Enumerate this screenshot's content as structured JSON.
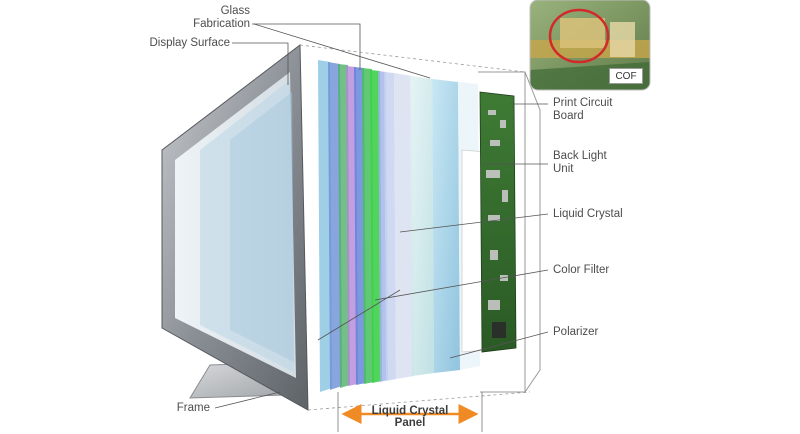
{
  "labels": {
    "glass_fabrication": "Glass\nFabrication",
    "display_surface": "Display Surface",
    "frame": "Frame",
    "print_circuit_board": "Print Circuit\nBoard",
    "back_light_unit": "Back Light\nUnit",
    "liquid_crystal": "Liquid Crystal",
    "color_filter": "Color Filter",
    "polarizer": "Polarizer",
    "liquid_crystal_panel": "Liquid Crystal\nPanel",
    "cof": "COF"
  },
  "colors": {
    "callout_line": "#555555",
    "frame_metal": "#8a8f94",
    "arrow": "#f08a24",
    "inset_circle": "#d22a2a",
    "pcb_green": "#2f6b2a"
  }
}
